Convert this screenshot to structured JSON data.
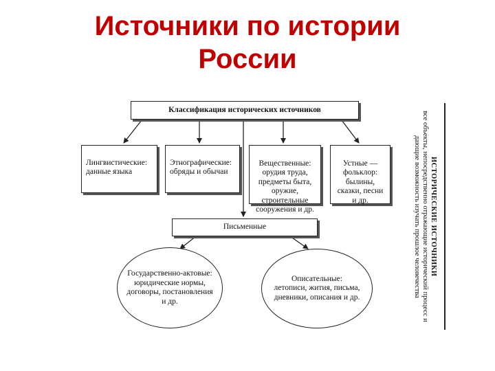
{
  "title": {
    "line1": "Источники по истории",
    "line2": "России"
  },
  "diagram": {
    "root": "Классификация исторических источников",
    "categories": [
      {
        "label": "Лингвистические:\nданные языка"
      },
      {
        "label": "Этнографические:\nобряды и обычаи"
      },
      {
        "label": "Вещественные:\nорудия труда,\nпредметы быта,\nоружие,\nстроительные\nсооружения и др."
      },
      {
        "label": "Устные —\nфольклор:\nбылины,\nсказки, песни\nи др."
      }
    ],
    "written": "Письменные",
    "written_children": [
      {
        "label": "Государственно-актовые:\nюридические нормы,\nдоговоры, постановления\nи др."
      },
      {
        "label": "Описательные:\nлетописи, жития, письма,\nдневники, описания и др."
      }
    ],
    "side_note": {
      "heading": "ИСТОРИЧЕСКИЕ ИСТОЧНИКИ",
      "text": "все объекты, непосредственно отражающие исторический процесс и дающие возможность изучать прошлое человечества"
    }
  }
}
